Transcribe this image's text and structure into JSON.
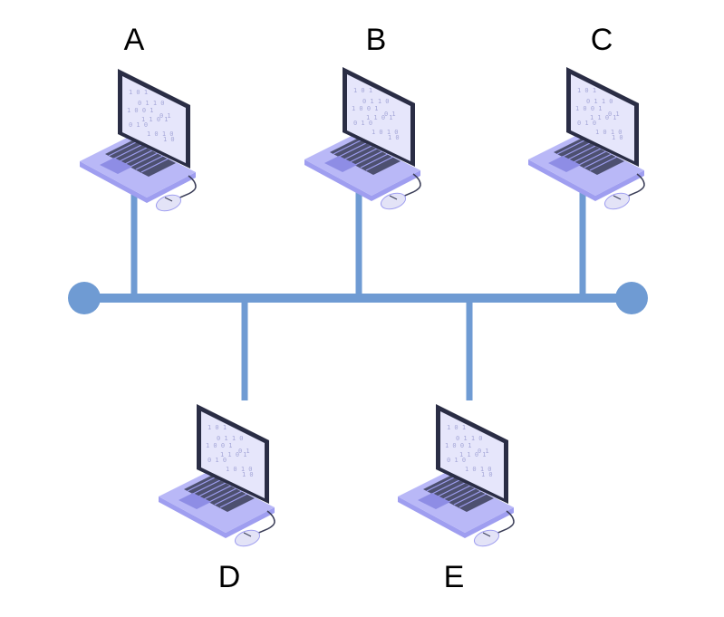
{
  "diagram": {
    "type": "bus-network",
    "colors": {
      "bus": "#6f9bd3",
      "laptop_body": "#b9b8f7",
      "laptop_body_side": "#9f9ef0",
      "keyboard": "#4d5070",
      "screen_frame": "#2a2d45",
      "screen": "#e6e6fb",
      "screen_digits": "#a5a7d8",
      "mouse": "#e3e3f7",
      "touchpad": "#8e8de5",
      "cable": "#3b3e58",
      "background": "#ffffff"
    },
    "nodes": [
      {
        "id": "A",
        "label": "A",
        "icon": "laptop-icon",
        "side": "top"
      },
      {
        "id": "B",
        "label": "B",
        "icon": "laptop-icon",
        "side": "top"
      },
      {
        "id": "C",
        "label": "C",
        "icon": "laptop-icon",
        "side": "top"
      },
      {
        "id": "D",
        "label": "D",
        "icon": "laptop-icon",
        "side": "bottom"
      },
      {
        "id": "E",
        "label": "E",
        "icon": "laptop-icon",
        "side": "bottom"
      }
    ],
    "terminators": [
      "terminator-left-icon",
      "terminator-right-icon"
    ]
  }
}
